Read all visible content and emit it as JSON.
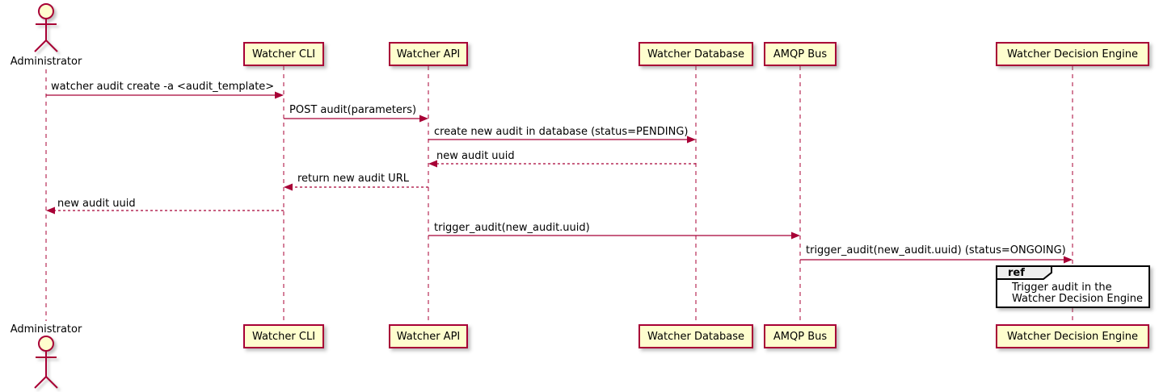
{
  "diagram": {
    "type": "uml-sequence",
    "actor": {
      "name": "Administrator"
    },
    "participants": [
      {
        "name": "Watcher CLI"
      },
      {
        "name": "Watcher API"
      },
      {
        "name": "Watcher Database"
      },
      {
        "name": "AMQP Bus"
      },
      {
        "name": "Watcher Decision Engine"
      }
    ],
    "messages": [
      {
        "from": "Administrator",
        "to": "Watcher CLI",
        "style": "solid",
        "text": "watcher audit create -a <audit_template>"
      },
      {
        "from": "Watcher CLI",
        "to": "Watcher API",
        "style": "solid",
        "text": "POST audit(parameters)"
      },
      {
        "from": "Watcher API",
        "to": "Watcher Database",
        "style": "solid",
        "text": "create new audit in database (status=PENDING)"
      },
      {
        "from": "Watcher Database",
        "to": "Watcher API",
        "style": "dashed",
        "text": "new audit uuid"
      },
      {
        "from": "Watcher API",
        "to": "Watcher CLI",
        "style": "dashed",
        "text": "return new audit URL"
      },
      {
        "from": "Watcher CLI",
        "to": "Administrator",
        "style": "dashed",
        "text": "new audit uuid"
      },
      {
        "from": "Watcher API",
        "to": "AMQP Bus",
        "style": "solid",
        "text": "trigger_audit(new_audit.uuid)"
      },
      {
        "from": "AMQP Bus",
        "to": "Watcher Decision Engine",
        "style": "solid",
        "text": "trigger_audit(new_audit.uuid) (status=ONGOING)"
      }
    ],
    "ref_fragment": {
      "keyword": "ref",
      "over": "Watcher Decision Engine",
      "lines": [
        "Trigger audit in the",
        "Watcher Decision Engine"
      ]
    },
    "colors": {
      "participant_fill": "#fefece",
      "participant_border": "#a80036",
      "arrow": "#a80036",
      "lifeline": "#a80036",
      "text": "#000000",
      "ref_border": "#000000",
      "ref_header_fill": "#eeeeee",
      "background": "#ffffff"
    }
  }
}
